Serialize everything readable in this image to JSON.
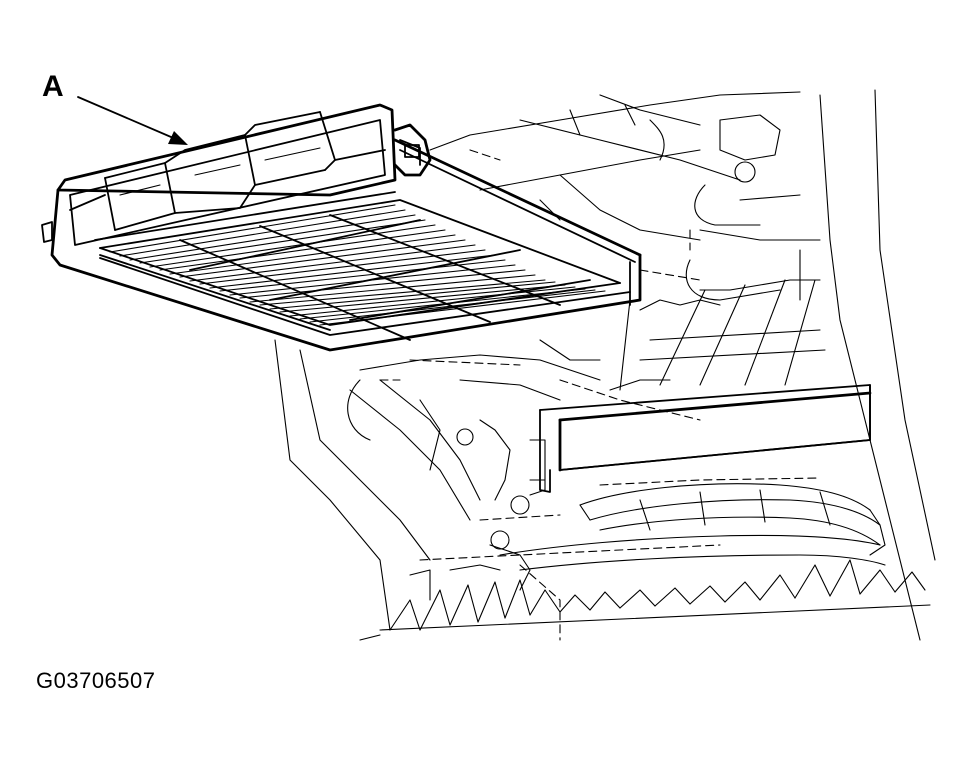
{
  "callout": {
    "label": "A",
    "target": "cabin-air-filter"
  },
  "figure": {
    "id_code": "G03706507"
  },
  "colors": {
    "ink": "#000000",
    "paper": "#ffffff"
  }
}
